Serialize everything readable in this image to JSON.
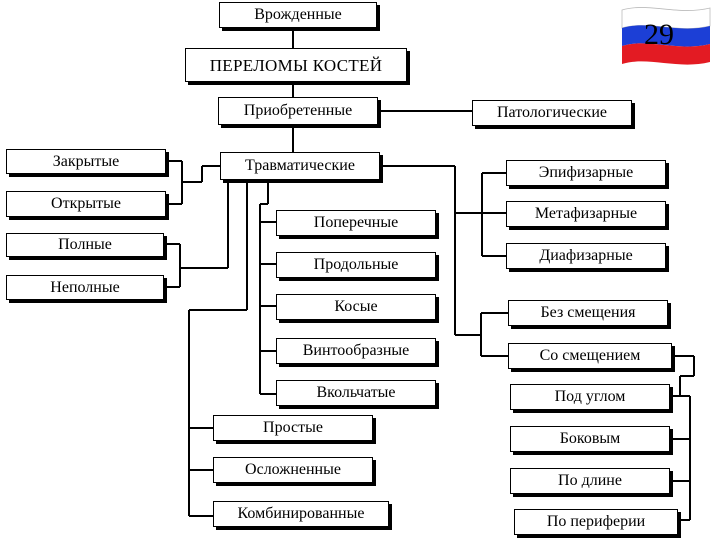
{
  "slide": {
    "page_number": "29",
    "flag_icon": "russian-flag-icon",
    "flag_colors": [
      "#ffffff",
      "#1c3fd6",
      "#e31b23"
    ]
  },
  "diagram": {
    "innate": "Врожденные",
    "title": "ПЕРЕЛОМЫ КОСТЕЙ",
    "acquired": "Приобретенные",
    "pathological": "Патологические",
    "traumatic": "Травматические",
    "left_types": [
      "Закрытые",
      "Открытые",
      "Полные",
      "Неполные"
    ],
    "fracture_lines": [
      "Поперечные",
      "Продольные",
      "Косые",
      "Винтообразные",
      "Вкольчатые"
    ],
    "complexity": [
      "Простые",
      "Осложненные",
      "Комбинированные"
    ],
    "localization": [
      "Эпифизарные",
      "Метафизарные",
      "Диафизарные"
    ],
    "displacement": [
      "Без смещения",
      "Со смещением"
    ],
    "displacement_kinds": [
      "Под углом",
      "Боковым",
      "По длине",
      "По периферии"
    ]
  }
}
